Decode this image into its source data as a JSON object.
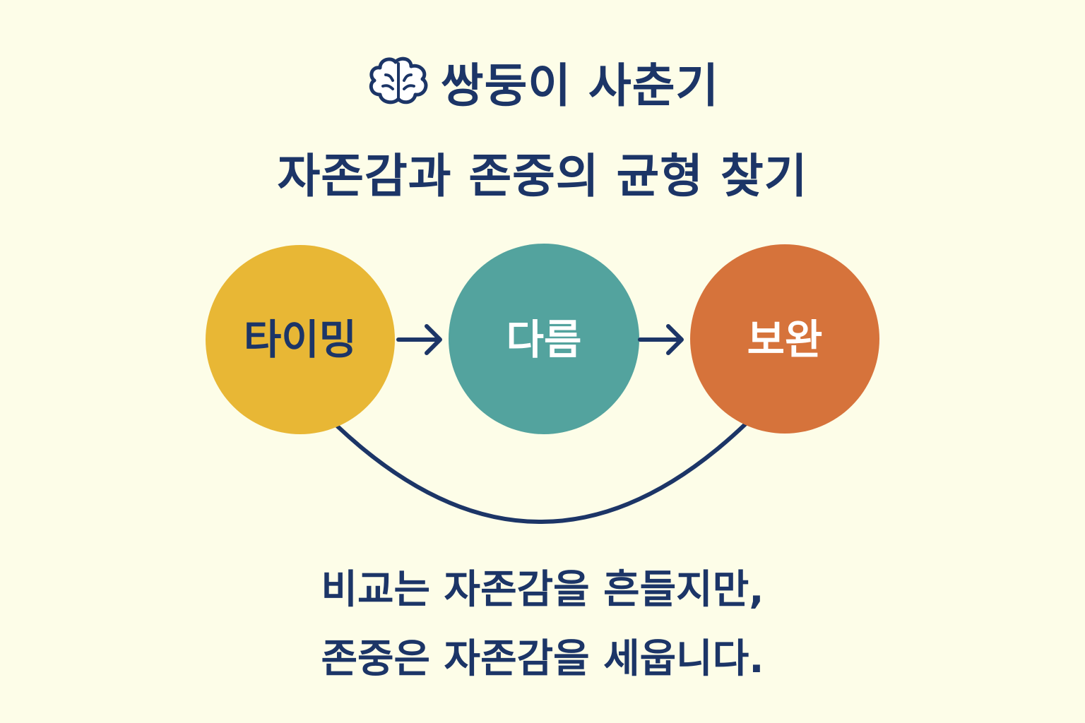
{
  "title": {
    "icon": "brain-icon",
    "line1": "쌍둥이 사춘기",
    "line2": "자존감과 존중의 균형 찾기"
  },
  "nodes": [
    {
      "label": "타이밍",
      "color": "#e8b735"
    },
    {
      "label": "다름",
      "color": "#53a39e"
    },
    {
      "label": "보완",
      "color": "#d6733b"
    }
  ],
  "message": {
    "line1": "비교는 자존감을 흔들지만,",
    "line2": "존중은 자존감을 세웁니다."
  },
  "colors": {
    "background": "#fdfde8",
    "text": "#1c3567",
    "connector": "#1c3567"
  }
}
